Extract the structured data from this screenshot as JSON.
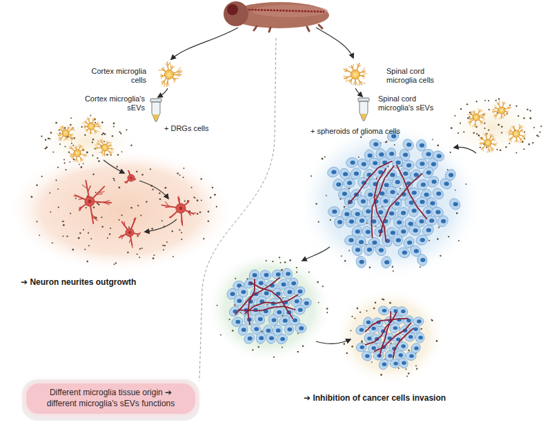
{
  "diagram": {
    "nodes": [
      {
        "text": [
          "Different microglia tissue origin ➔ different microglia's sEVs functions"
        ]
      }
    ],
    "labels": [
      "Cortex microglia cells",
      "Cortex microglia's sEVs",
      "+ DRGs cells",
      "Spinal cord microglia cells",
      "Spinal cord microglia's sEVs",
      "+ spheroids of glioma cells",
      "➔ Neuron neurites outgrowth",
      "➔ Inhibition of cancer cells invasion"
    ]
  }
}
